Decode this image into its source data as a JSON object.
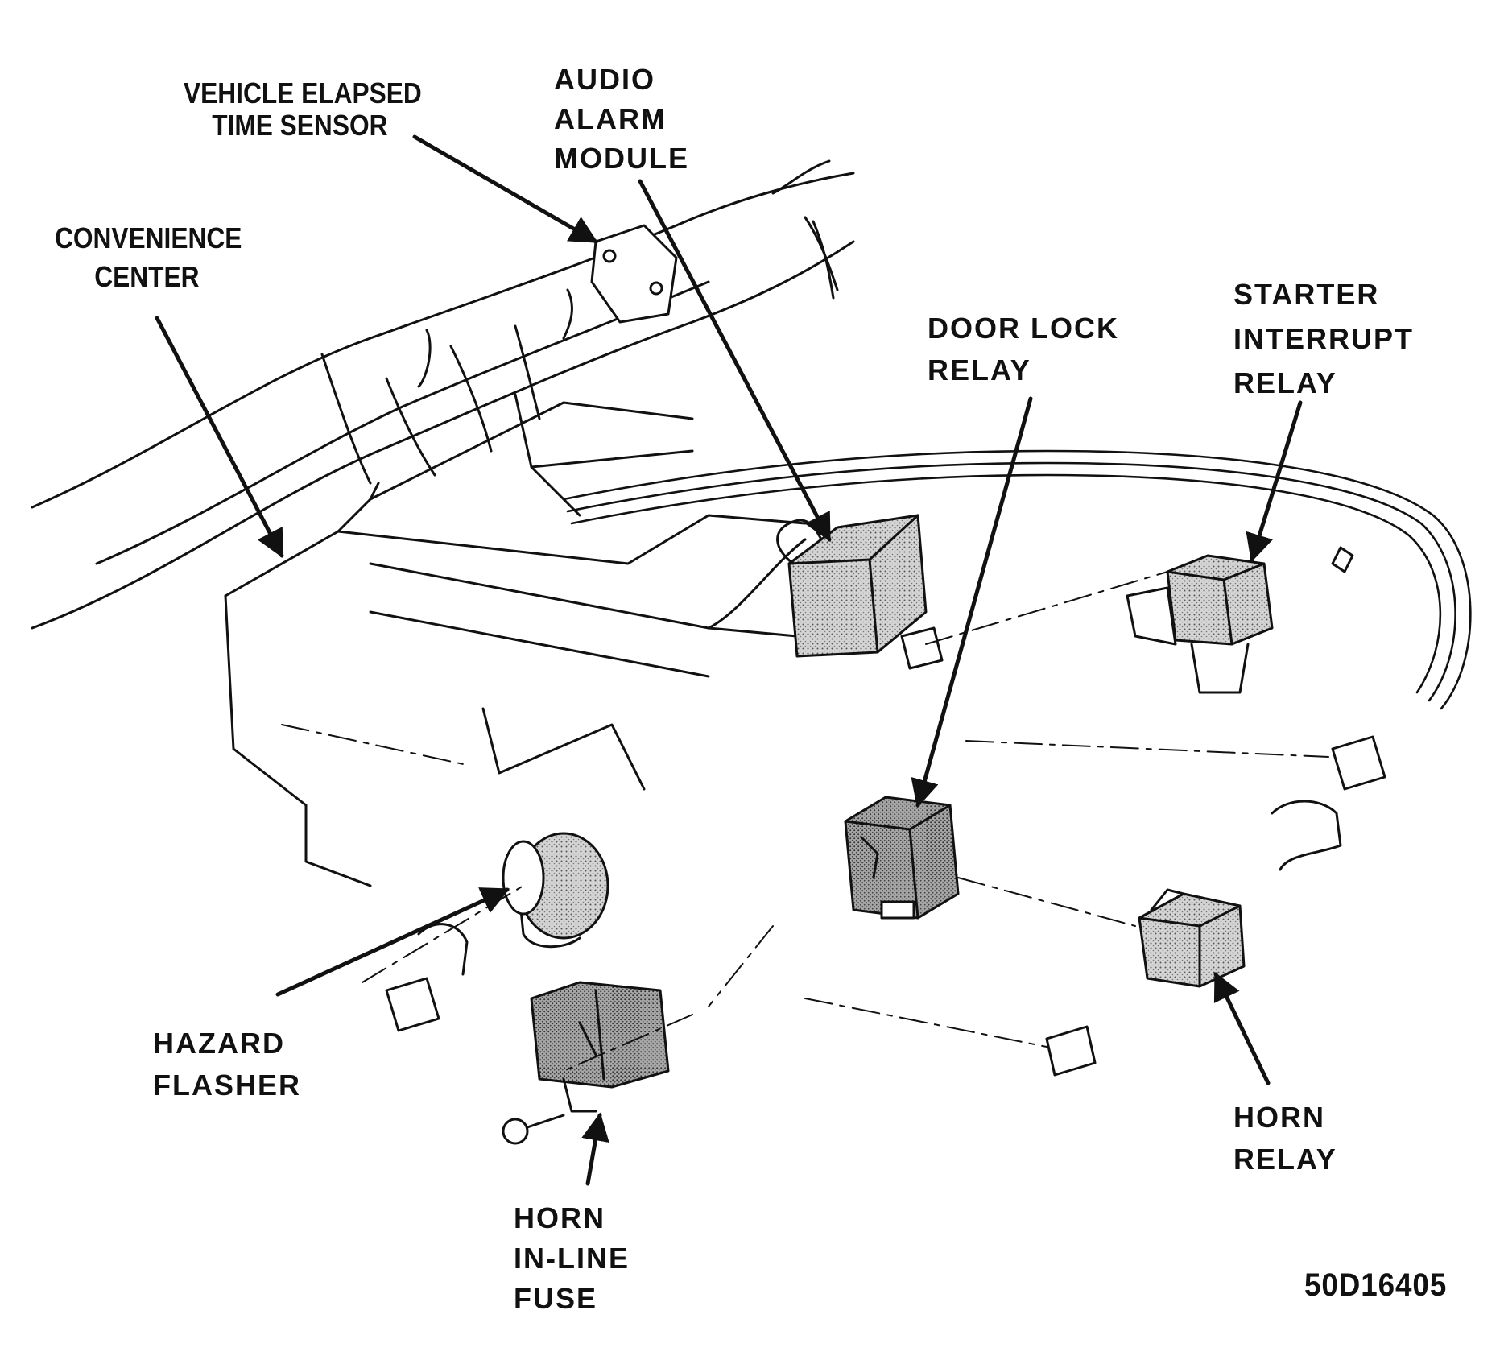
{
  "diagram": {
    "labels": {
      "elapsed_time_sensor": {
        "line1": "VEHICLE ELAPSED",
        "line2": "TIME SENSOR"
      },
      "audio_alarm_module": {
        "line1": "AUDIO",
        "line2": "ALARM",
        "line3": "MODULE"
      },
      "convenience_center": {
        "line1": "CONVENIENCE",
        "line2": "CENTER"
      },
      "door_lock_relay": {
        "line1": "DOOR LOCK",
        "line2": "RELAY"
      },
      "starter_interrupt_relay": {
        "line1": "STARTER",
        "line2": "INTERRUPT",
        "line3": "RELAY"
      },
      "hazard_flasher": {
        "line1": "HAZARD",
        "line2": "FLASHER"
      },
      "horn_relay": {
        "line1": "HORN",
        "line2": "RELAY"
      },
      "horn_inline_fuse": {
        "line1": "HORN",
        "line2": "IN-LINE",
        "line3": "FUSE"
      }
    },
    "figure_code": "50D16405",
    "colors": {
      "ink": "#111111",
      "stipple": "#b8b8b8",
      "paper": "#ffffff"
    }
  }
}
